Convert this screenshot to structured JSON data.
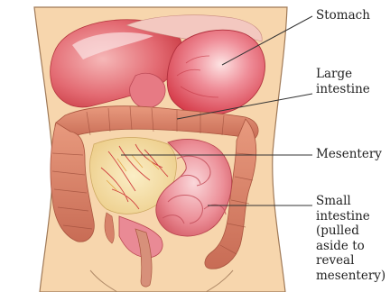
{
  "labels": {
    "stomach": "Stomach",
    "large_intestine": "Large\nintestine",
    "mesentery": "Mesentery",
    "small_intestine": "Small\nintestine\n(pulled\naside to\nreveal\nmesentery)"
  },
  "colors": {
    "skin": "#f7d6ad",
    "skin_outline": "#a07a58",
    "organ_red": "#e04a55",
    "organ_pink": "#f0a0a8",
    "organ_highlight": "#fbe0e0",
    "colon": "#d9856b",
    "colon_dark": "#b5654f",
    "mesentery": "#f5dfa8",
    "vessel": "#d04040",
    "leader_line": "#333333"
  }
}
